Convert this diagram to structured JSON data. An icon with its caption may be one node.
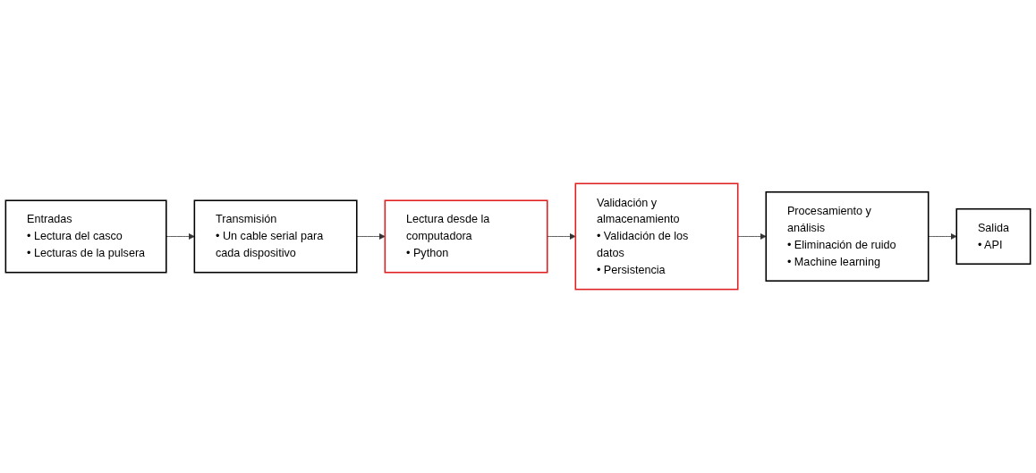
{
  "diagram": {
    "nodes": [
      {
        "text": [
          "Entradas",
          "• Lectura del casco",
          "• Lecturas de la pulsera"
        ]
      },
      {
        "text": [
          "Transmisión",
          "• Un cable serial para cada dispositivo"
        ]
      },
      {
        "text": [
          "Lectura desde la computadora",
          "• Python"
        ]
      },
      {
        "text": [
          "Validación y almacenamiento",
          "• Validación de los datos",
          "• Persistencia"
        ]
      },
      {
        "text": [
          "Procesamiento y análisis",
          "• Eliminación de ruido",
          "• Machine learning"
        ]
      },
      {
        "text": [
          "Salida",
          "• API"
        ]
      }
    ],
    "edges": [
      {
        "from": 0,
        "to": 1,
        "arrow": "to"
      },
      {
        "from": 1,
        "to": 2,
        "arrow": "to"
      },
      {
        "from": 2,
        "to": 3,
        "arrow": "to"
      },
      {
        "from": 3,
        "to": 4,
        "arrow": "to"
      },
      {
        "from": 4,
        "to": 5,
        "arrow": "to"
      }
    ]
  }
}
